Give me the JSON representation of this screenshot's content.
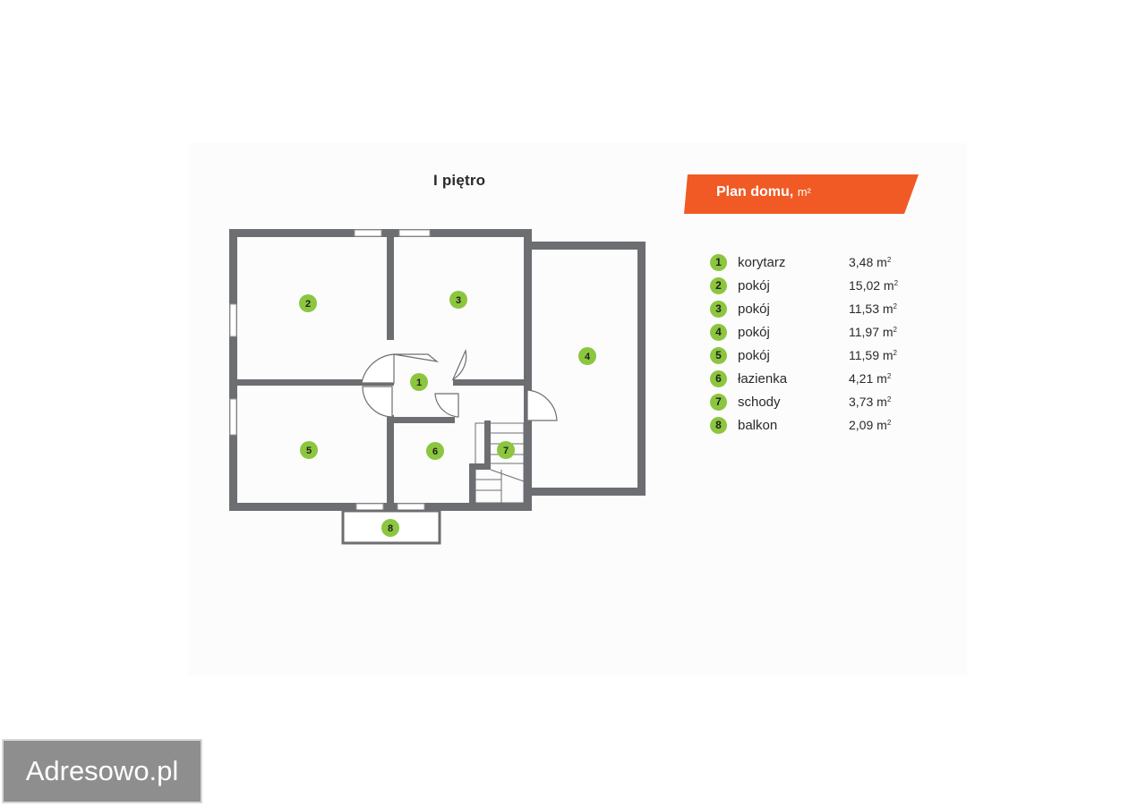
{
  "floor_title": "I piętro",
  "banner": {
    "title": "Plan domu,",
    "unit": "m²",
    "color": "#f15a24"
  },
  "legend": [
    {
      "num": "1",
      "name": "korytarz",
      "area": "3,48 m²"
    },
    {
      "num": "2",
      "name": "pokój",
      "area": "15,02 m²"
    },
    {
      "num": "3",
      "name": "pokój",
      "area": "11,53 m²"
    },
    {
      "num": "4",
      "name": "pokój",
      "area": "11,97 m²"
    },
    {
      "num": "5",
      "name": "pokój",
      "area": "11,59 m²"
    },
    {
      "num": "6",
      "name": "łazienka",
      "area": "4,21 m²"
    },
    {
      "num": "7",
      "name": "schody",
      "area": "3,73 m²"
    },
    {
      "num": "8",
      "name": "balkon",
      "area": "2,09 m²"
    }
  ],
  "rooms": [
    "1",
    "2",
    "3",
    "4",
    "5",
    "6",
    "7",
    "8"
  ],
  "colors": {
    "wall": "#6d6e71",
    "badge": "#8cc63f"
  },
  "watermark": "Adresowo.pl"
}
